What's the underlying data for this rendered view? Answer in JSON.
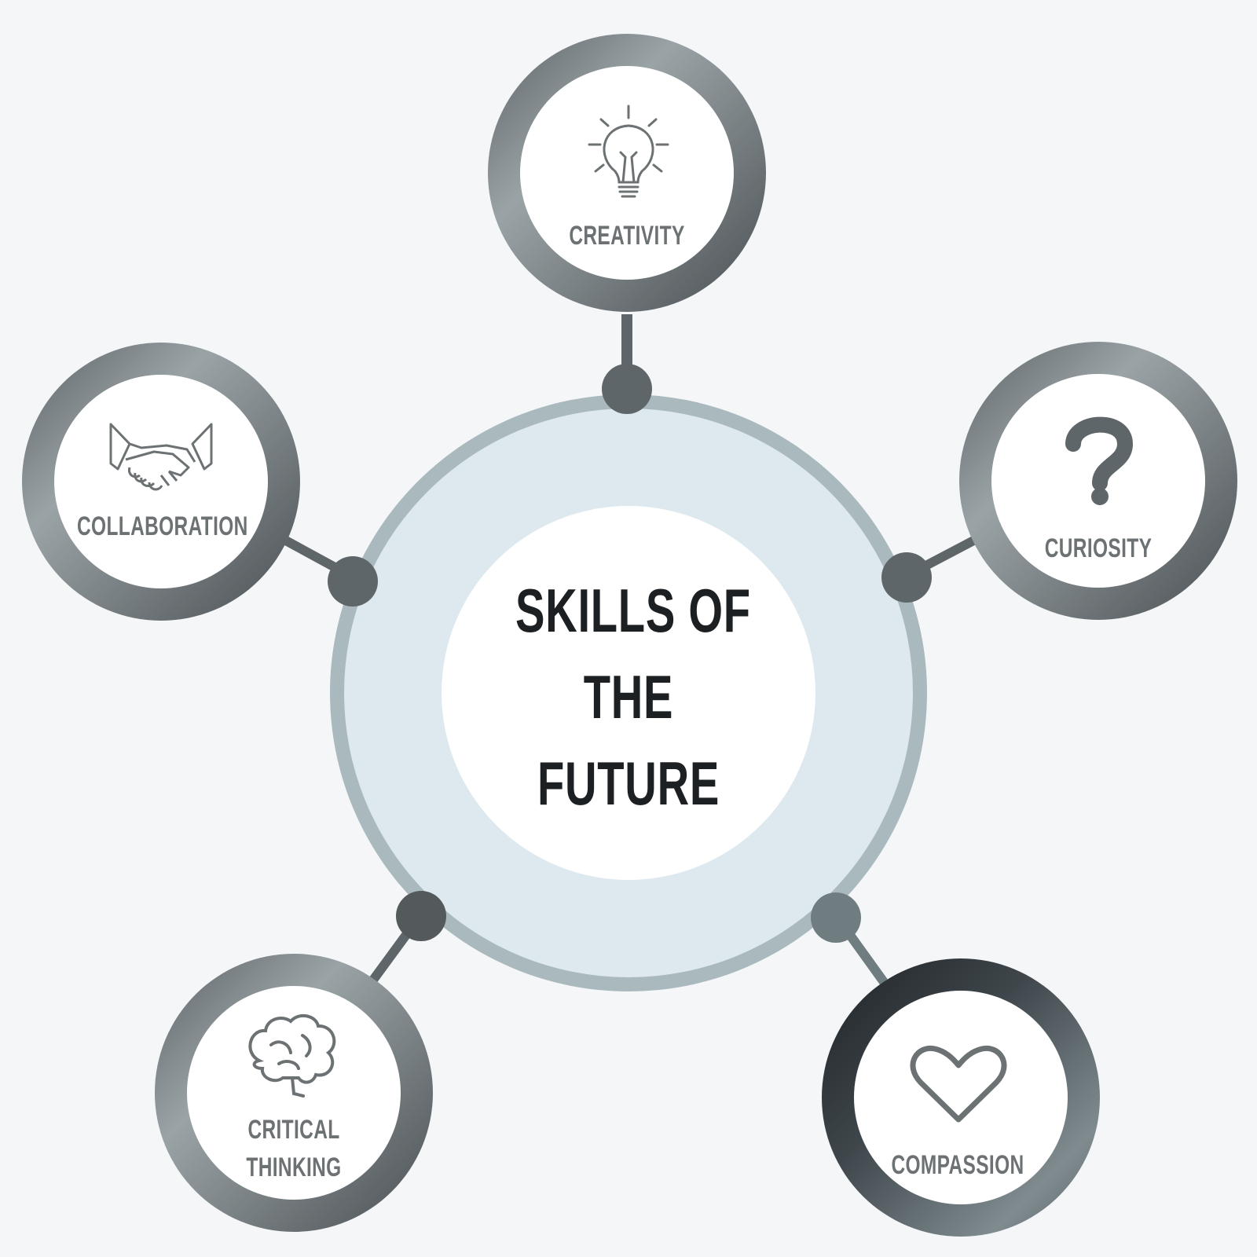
{
  "center": {
    "title_lines": [
      "SKILLS OF",
      "THE",
      "FUTURE"
    ]
  },
  "nodes": [
    {
      "label_lines": [
        "CREATIVITY"
      ],
      "icon": "lightbulb-icon"
    },
    {
      "label_lines": [
        "CURIOSITY"
      ],
      "icon": "question-mark-icon"
    },
    {
      "label_lines": [
        "COMPASSION"
      ],
      "icon": "heart-icon"
    },
    {
      "label_lines": [
        "CRITICAL",
        "THINKING"
      ],
      "icon": "brain-icon"
    },
    {
      "label_lines": [
        "COLLABORATION"
      ],
      "icon": "handshake-icon"
    }
  ],
  "colors": {
    "background": "#f4f6f8",
    "outer_ring": "#a9b9bd",
    "middle_disc": "#dde9ee",
    "inner_disc": "#ffffff",
    "node_ring": "#6e7579",
    "connector": "#5e6669",
    "title_text": "#1c2022",
    "label_text": "#6c7173"
  }
}
